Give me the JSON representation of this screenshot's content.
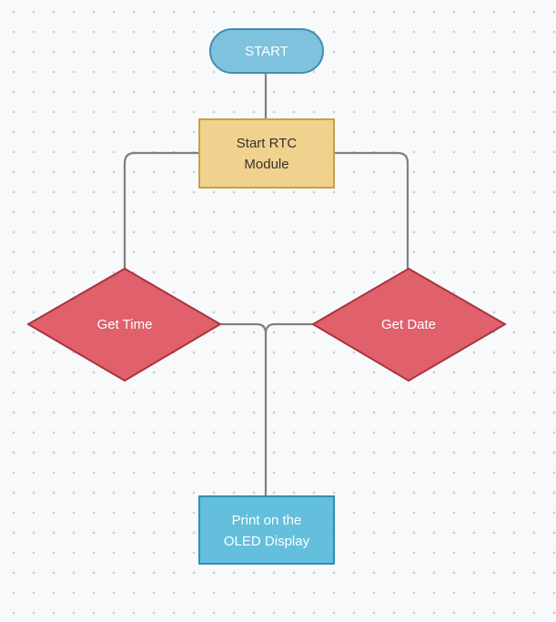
{
  "flowchart": {
    "start": {
      "label": "START",
      "fill": "#7ec2dd",
      "stroke": "#3e8fb0",
      "text_color": "#ffffff"
    },
    "process": {
      "line1": "Start RTC",
      "line2": "Module",
      "fill": "#f1d18e",
      "stroke": "#c9a04b",
      "text_color": "#333333"
    },
    "decision_time": {
      "label": "Get Time",
      "fill": "#e0606b",
      "stroke": "#a83440",
      "text_color": "#ffffff"
    },
    "decision_date": {
      "label": "Get Date",
      "fill": "#e0606b",
      "stroke": "#a83440",
      "text_color": "#ffffff"
    },
    "output": {
      "line1": "Print on the",
      "line2": "OLED Display",
      "fill": "#63bfdc",
      "stroke": "#2f8fb3",
      "text_color": "#ffffff"
    },
    "connector_color": "#7f7f7f"
  }
}
